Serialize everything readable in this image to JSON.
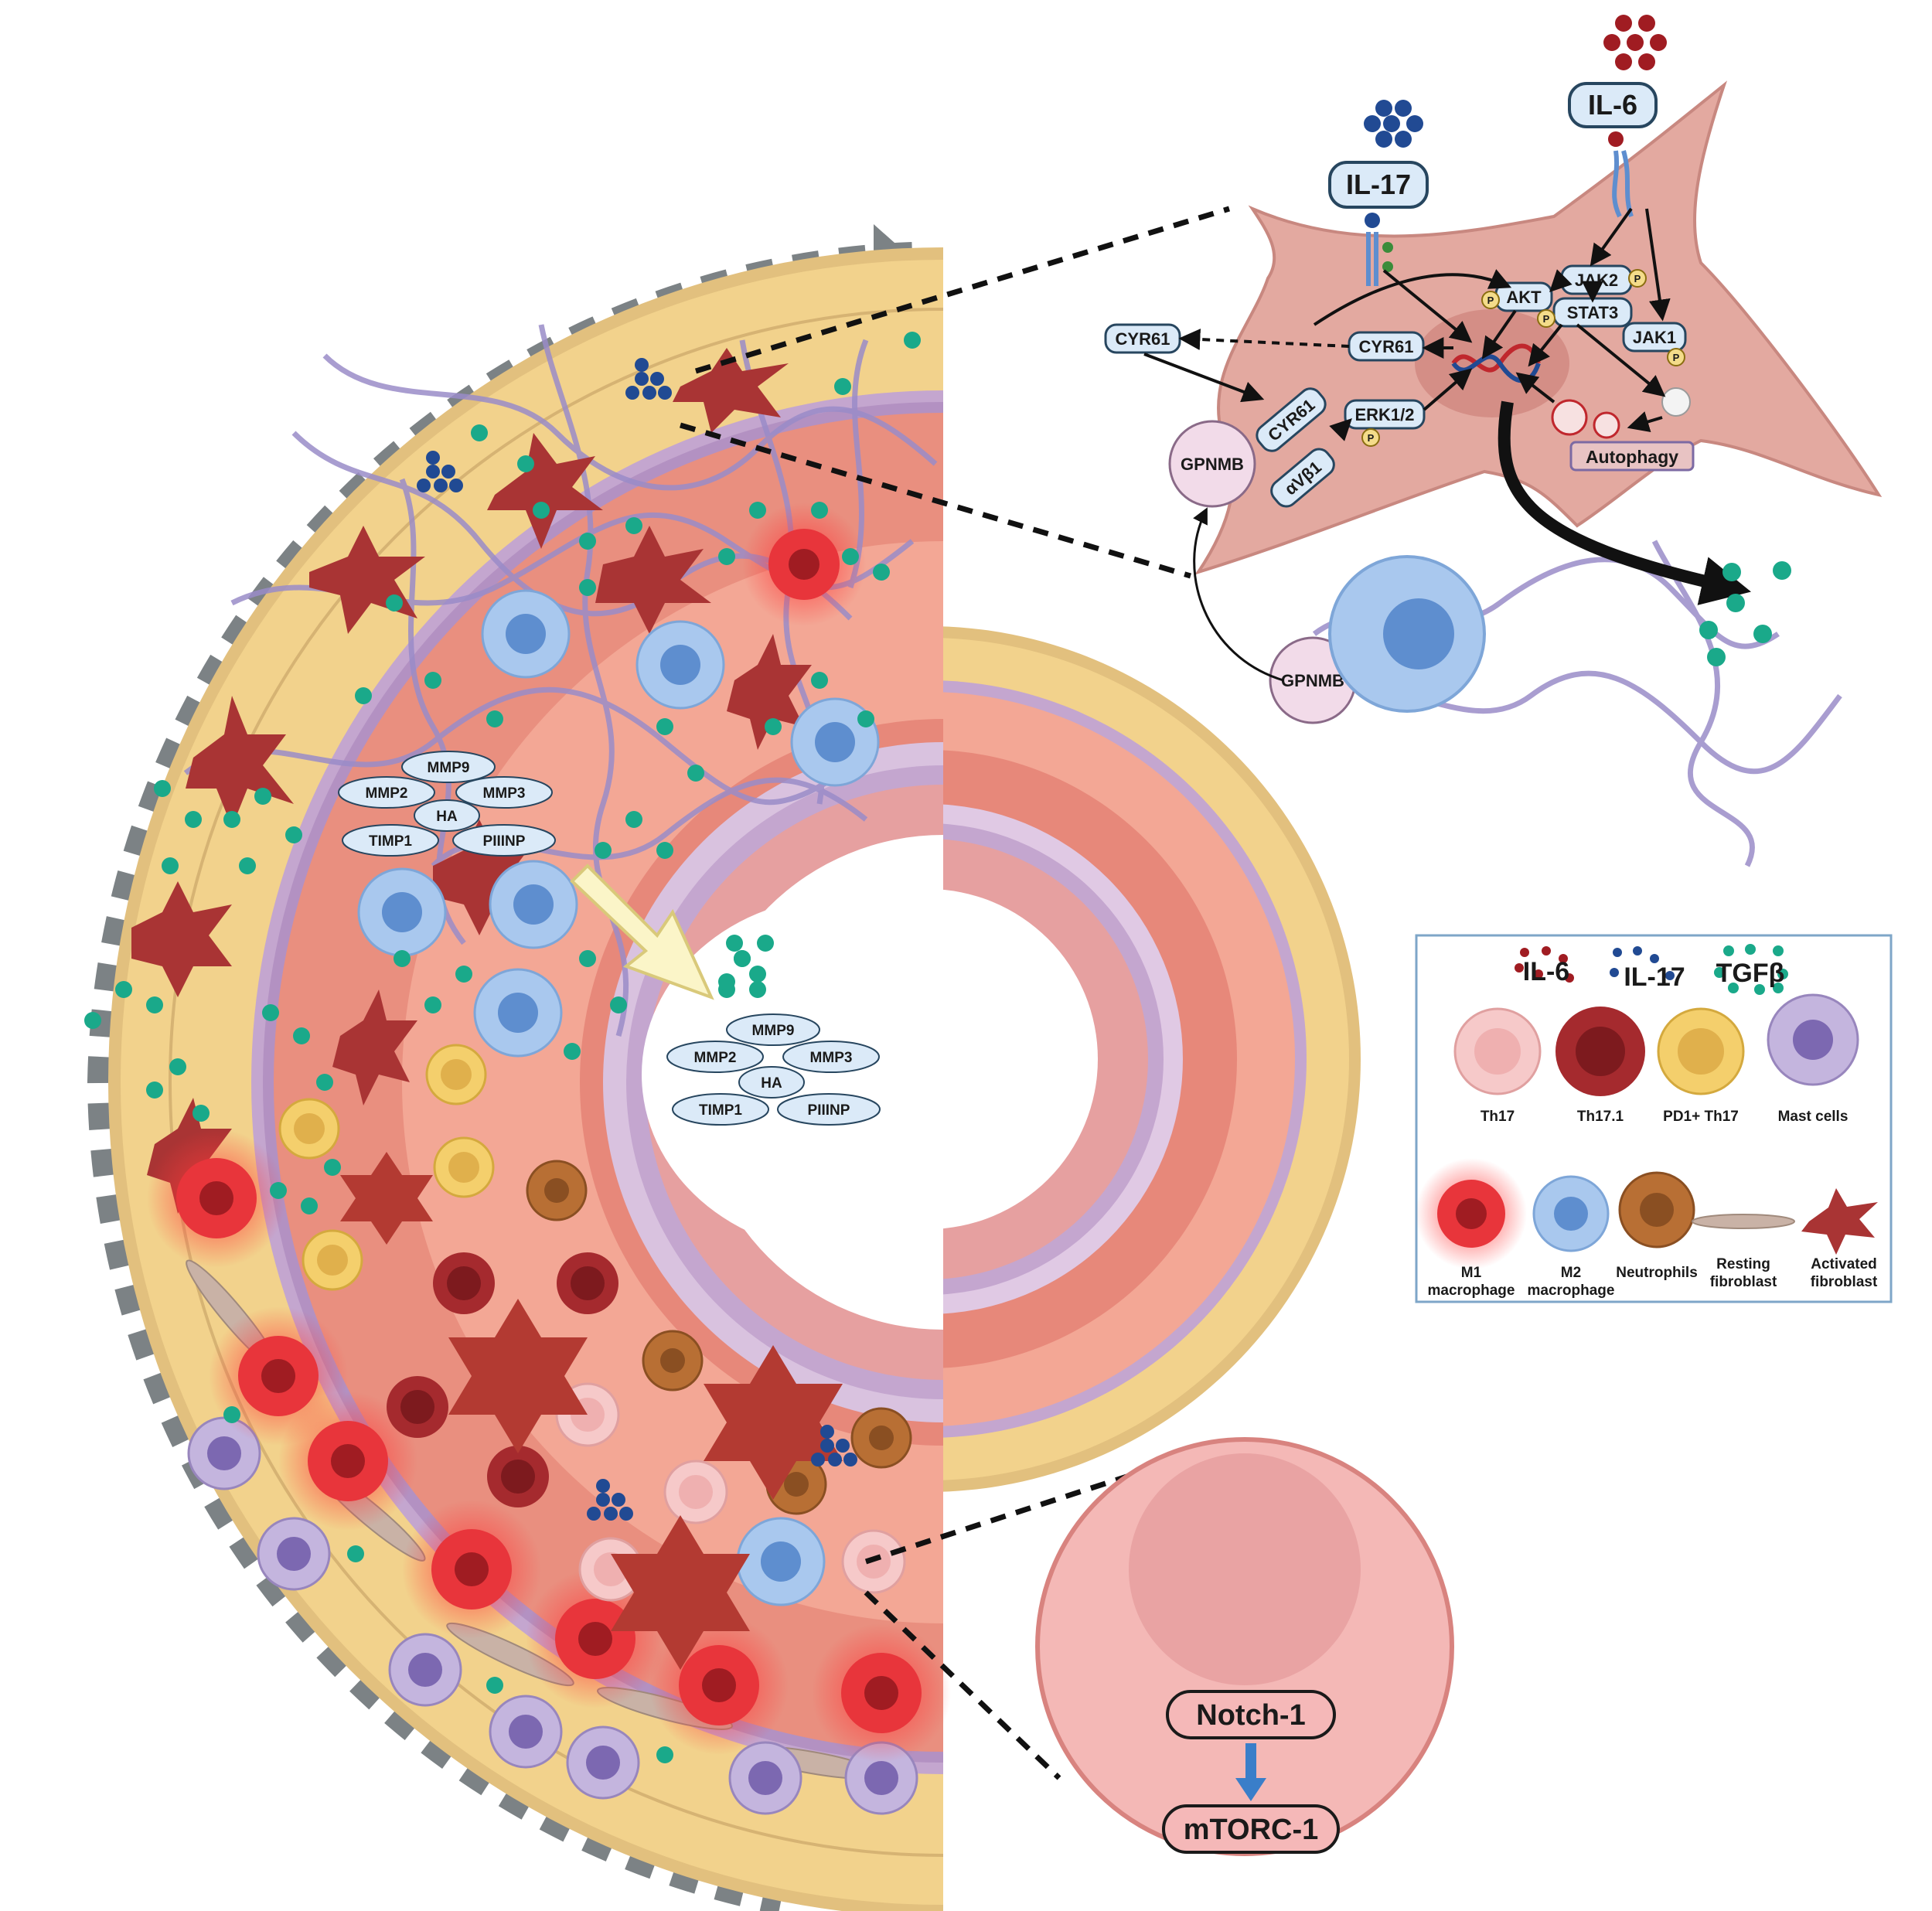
{
  "labels": {
    "il6": "IL-6",
    "il17": "IL-17",
    "jak2": "JAK2",
    "jak1": "JAK1",
    "akt": "AKT",
    "stat3": "STAT3",
    "cyr61": "CYR61",
    "cyr61_outside": "CYR61",
    "cyr61_receptor": "CYR61",
    "integrin": "αVβ1",
    "erk": "ERK1/2",
    "gpnmb_top": "GPNMB",
    "gpnmb_bottom": "GPNMB",
    "autophagy": "Autophagy",
    "phospho": "P",
    "notch": "Notch-1",
    "mtorc": "mTORC-1"
  },
  "markers_wall": [
    "MMP9",
    "MMP2",
    "MMP3",
    "HA",
    "TIMP1",
    "PIIINP"
  ],
  "markers_lumen": [
    "MMP9",
    "MMP2",
    "MMP3",
    "HA",
    "TIMP1",
    "PIIINP"
  ],
  "legend": {
    "cytokines": [
      "IL-6",
      "IL-17",
      "TGFβ"
    ],
    "row1": [
      "Th17",
      "Th17.1",
      "PD1+ Th17",
      "Mast cells"
    ],
    "row2": [
      [
        "M1",
        "macrophage"
      ],
      [
        "M2",
        "macrophage"
      ],
      [
        "Neutrophils"
      ],
      [
        "Resting",
        "fibroblast"
      ],
      [
        "Activated",
        "fibroblast"
      ]
    ]
  },
  "colors": {
    "adventitia": "#f2d28c",
    "media": "#f3a795",
    "media_dark": "#e7887a",
    "elastic": "#c4a6cf",
    "fibroblast_active": "#a93434",
    "fibroblast_cell": "#e3a9a0",
    "m2": "#a9c8ee",
    "m1": "#e8353b",
    "th17": "#f6c9c9",
    "th171": "#a52a2e",
    "pd1": "#f4cf6c",
    "neutrophil": "#b86f34",
    "mast": "#c4b5de",
    "tgfb": "#1aa98a",
    "il17": "#214a93",
    "il6": "#a01c22",
    "arrow_grey": "#7c8285"
  }
}
